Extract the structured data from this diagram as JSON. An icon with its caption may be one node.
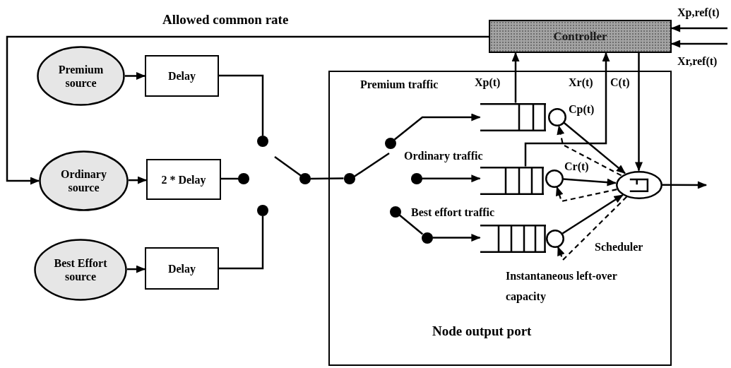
{
  "diagram": {
    "nodes": [
      {
        "text": [
          "Premium source"
        ]
      },
      {
        "text": [
          "Delay"
        ]
      },
      {
        "text": [
          "Ordinary source"
        ]
      },
      {
        "text": [
          "2 * Delay"
        ]
      },
      {
        "text": [
          "Best Effort source"
        ]
      },
      {
        "text": [
          "Delay"
        ]
      },
      {
        "text": [
          "Controller"
        ]
      },
      {
        "text": [
          "Node output port"
        ]
      },
      {
        "text": [],
        "shape": "dot"
      },
      {
        "text": [],
        "shape": "dot"
      },
      {
        "text": [],
        "shape": "dot"
      },
      {
        "text": [],
        "shape": "dot"
      },
      {
        "text": [],
        "shape": "dot",
        "in": 7
      },
      {
        "text": [],
        "shape": "dot",
        "in": 7
      },
      {
        "text": [],
        "shape": "dot",
        "in": 7
      },
      {
        "text": [],
        "shape": "dot",
        "in": 7
      },
      {
        "text": [],
        "shape": "dot",
        "in": 7
      },
      {
        "text": [],
        "shape": "queue",
        "in": 7
      },
      {
        "text": [],
        "shape": "queue",
        "in": 7
      },
      {
        "text": [],
        "shape": "queue",
        "in": 7
      },
      {
        "text": [],
        "shape": "circle",
        "in": 7,
        "beside": [
          "Cp(t)"
        ]
      },
      {
        "text": [],
        "shape": "circle",
        "in": 7,
        "beside": [
          "Cr(t)"
        ]
      },
      {
        "text": [],
        "shape": "circle",
        "in": 7
      },
      {
        "text": [],
        "shape": "ellipse",
        "in": 7
      }
    ],
    "edges": [
      {
        "from": 0,
        "to": 1,
        "arrow": "to"
      },
      {
        "from": 2,
        "to": 3,
        "arrow": "to"
      },
      {
        "from": 4,
        "to": 5,
        "arrow": "to"
      },
      {
        "from": 1,
        "to": 8,
        "arrow": "none"
      },
      {
        "from": 3,
        "to": 9,
        "arrow": "none"
      },
      {
        "from": 5,
        "to": 10,
        "arrow": "none"
      },
      {
        "from": 11,
        "to": 12,
        "arrow": "none"
      },
      {
        "from": 13,
        "to": 17,
        "arrow": "to"
      },
      {
        "from": 14,
        "to": 18,
        "arrow": "to"
      },
      {
        "from": 15,
        "to": 16,
        "arrow": "none"
      },
      {
        "from": 16,
        "to": 19,
        "arrow": "to"
      },
      {
        "from": 17,
        "to": 6,
        "arrow": "to",
        "label": "Xp(t)"
      },
      {
        "from": 18,
        "to": 6,
        "arrow": "to",
        "label": "Xr(t)"
      },
      {
        "from": 6,
        "to": 23,
        "arrow": "to",
        "label": "C(t)"
      },
      {
        "from": 6,
        "to": 2,
        "arrow": "to",
        "label": "Allowed common rate"
      },
      {
        "from": null,
        "to": 6,
        "arrow": "to",
        "label": "Xp,ref(t)"
      },
      {
        "from": null,
        "to": 6,
        "arrow": "to",
        "label": "Xr,ref(t)"
      },
      {
        "from": 20,
        "to": 23,
        "arrow": "to"
      },
      {
        "from": 21,
        "to": 23,
        "arrow": "to"
      },
      {
        "from": 22,
        "to": 23,
        "arrow": "to"
      },
      {
        "from": 23,
        "to": 20,
        "arrow": "to",
        "style": "dashed"
      },
      {
        "from": 23,
        "to": 21,
        "arrow": "to",
        "style": "dashed"
      },
      {
        "from": 23,
        "to": 22,
        "arrow": "to",
        "style": "dashed"
      },
      {
        "from": 23,
        "to": null,
        "arrow": "to"
      }
    ],
    "labels": [
      "Premium traffic",
      "Ordinary traffic",
      "Best effort traffic",
      "Scheduler",
      "Instantaneous left-over capacity"
    ]
  }
}
